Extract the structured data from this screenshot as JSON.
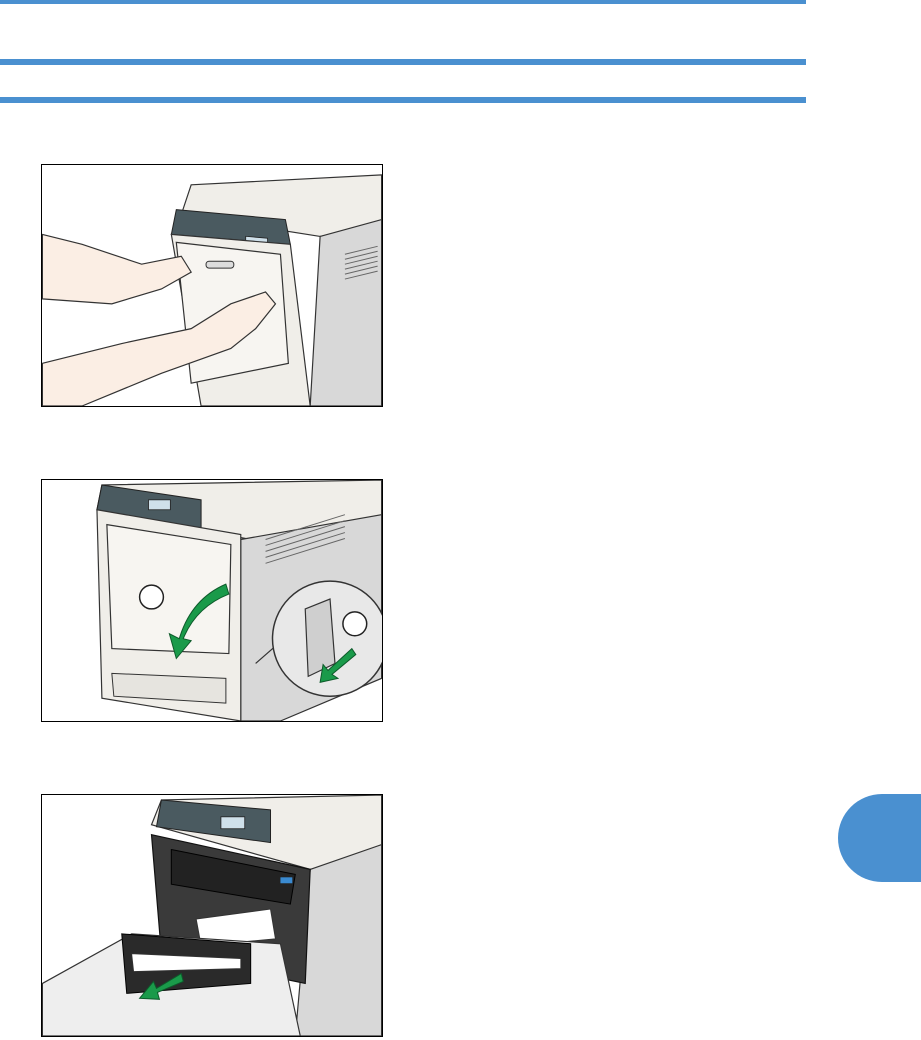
{
  "colors": {
    "rule": "#4a90d0",
    "chapter_tab": "#4a90d0",
    "arrow_green": "#1a9a4a",
    "printer_body": "#f0eee9",
    "printer_side": "#d8d8d8",
    "printer_panel": "#4a5a60"
  },
  "figures": [
    {
      "id": "close-front-cover",
      "callouts": []
    },
    {
      "id": "open-front-cover",
      "callouts": [
        "",
        ""
      ]
    },
    {
      "id": "remove-jammed-paper",
      "callouts": []
    }
  ],
  "chapter_tab": {
    "label": ""
  }
}
